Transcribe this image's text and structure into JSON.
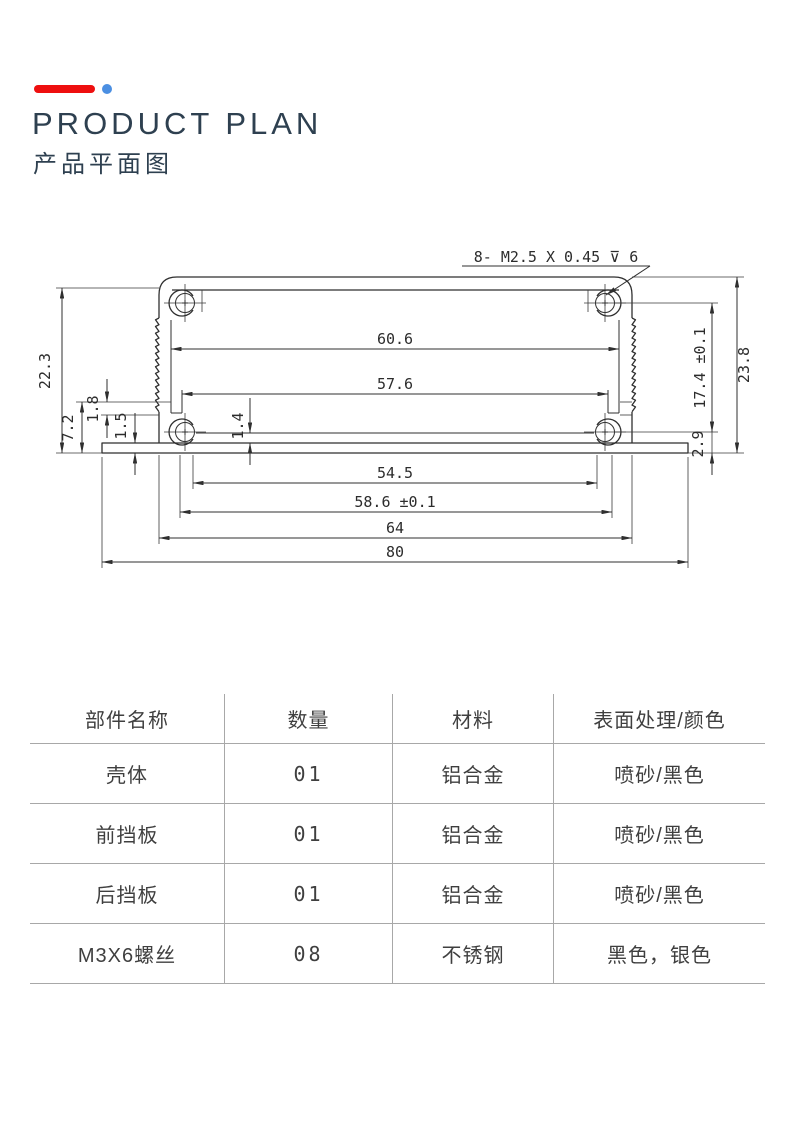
{
  "header": {
    "title": "PRODUCT PLAN",
    "subtitle": "产品平面图",
    "accent_color": "#ee0f0f",
    "dot_color": "#4b8fe2"
  },
  "drawing": {
    "annotation": "8- M2.5 X 0.45 ⊽ 6",
    "dims": {
      "d60_6": "60.6",
      "d57_6": "57.6",
      "d54_5": "54.5",
      "d58_6": "58.6 ±0.1",
      "d64": "64",
      "d80": "80",
      "d22_3": "22.3",
      "d7_2": "7.2",
      "d1_8": "1.8",
      "d1_5": "1.5",
      "d1_4": "1.4",
      "d17_4": "17.4 ±0.1",
      "d23_8": "23.8",
      "d2_9": "2.9"
    }
  },
  "table": {
    "headers": [
      "部件名称",
      "数量",
      "材料",
      "表面处理/颜色"
    ],
    "rows": [
      [
        "壳体",
        "01",
        "铝合金",
        "喷砂/黑色"
      ],
      [
        "前挡板",
        "01",
        "铝合金",
        "喷砂/黑色"
      ],
      [
        "后挡板",
        "01",
        "铝合金",
        "喷砂/黑色"
      ],
      [
        "M3X6螺丝",
        "08",
        "不锈钢",
        "黑色，银色"
      ]
    ]
  }
}
